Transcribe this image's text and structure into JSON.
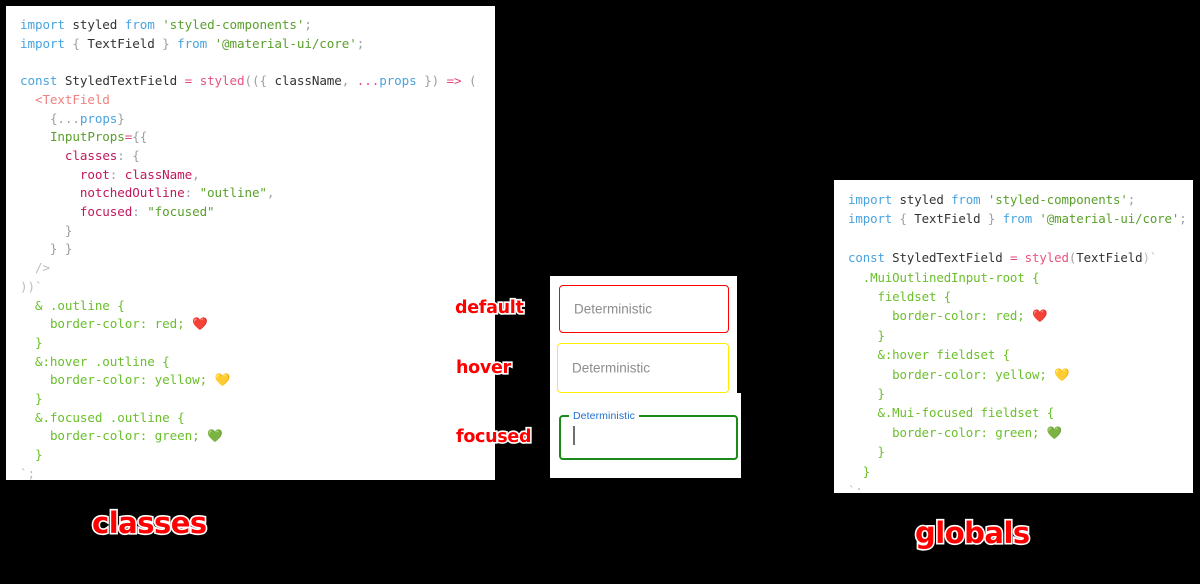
{
  "panels": {
    "classes": {
      "title": "classes",
      "code_lines": [
        [
          {
            "t": "import ",
            "c": "t-kw"
          },
          {
            "t": "styled",
            "c": "t-dark"
          },
          {
            "t": " from ",
            "c": "t-kw"
          },
          {
            "t": "'styled-components'",
            "c": "t-str"
          },
          {
            "t": ";",
            "c": "t-punct"
          }
        ],
        [
          {
            "t": "import ",
            "c": "t-kw"
          },
          {
            "t": "{",
            "c": "t-punct"
          },
          {
            "t": " TextField ",
            "c": "t-dark"
          },
          {
            "t": "}",
            "c": "t-punct"
          },
          {
            "t": " from ",
            "c": "t-kw"
          },
          {
            "t": "'@material-ui/core'",
            "c": "t-str"
          },
          {
            "t": ";",
            "c": "t-punct"
          }
        ],
        [],
        [
          {
            "t": "const ",
            "c": "t-kw"
          },
          {
            "t": "StyledTextField",
            "c": "t-dark"
          },
          {
            "t": " = ",
            "c": "t-op"
          },
          {
            "t": "styled",
            "c": "t-fn"
          },
          {
            "t": "((",
            "c": "t-punct"
          },
          {
            "t": "{ ",
            "c": "t-punct"
          },
          {
            "t": "className",
            "c": "t-dark"
          },
          {
            "t": ", ",
            "c": "t-punct"
          },
          {
            "t": "...",
            "c": "t-op"
          },
          {
            "t": "props",
            "c": "t-spread"
          },
          {
            "t": " }) ",
            "c": "t-punct"
          },
          {
            "t": "=> ",
            "c": "t-op"
          },
          {
            "t": "(",
            "c": "t-punct"
          }
        ],
        [
          {
            "t": "  ",
            "c": "t-plain"
          },
          {
            "t": "<TextField",
            "c": "t-tag"
          }
        ],
        [
          {
            "t": "    ",
            "c": "t-plain"
          },
          {
            "t": "{...",
            "c": "t-punct"
          },
          {
            "t": "props",
            "c": "t-spread"
          },
          {
            "t": "}",
            "c": "t-punct"
          }
        ],
        [
          {
            "t": "    ",
            "c": "t-plain"
          },
          {
            "t": "InputProps",
            "c": "t-attr"
          },
          {
            "t": "=",
            "c": "t-op"
          },
          {
            "t": "{{",
            "c": "t-punct"
          }
        ],
        [
          {
            "t": "      ",
            "c": "t-plain"
          },
          {
            "t": "classes",
            "c": "t-prop"
          },
          {
            "t": ": {",
            "c": "t-punct"
          }
        ],
        [
          {
            "t": "        ",
            "c": "t-plain"
          },
          {
            "t": "root",
            "c": "t-prop"
          },
          {
            "t": ": ",
            "c": "t-punct"
          },
          {
            "t": "className",
            "c": "t-var"
          },
          {
            "t": ",",
            "c": "t-punct"
          }
        ],
        [
          {
            "t": "        ",
            "c": "t-plain"
          },
          {
            "t": "notchedOutline",
            "c": "t-prop"
          },
          {
            "t": ": ",
            "c": "t-punct"
          },
          {
            "t": "\"outline\"",
            "c": "t-str"
          },
          {
            "t": ",",
            "c": "t-punct"
          }
        ],
        [
          {
            "t": "        ",
            "c": "t-plain"
          },
          {
            "t": "focused",
            "c": "t-prop"
          },
          {
            "t": ": ",
            "c": "t-punct"
          },
          {
            "t": "\"focused\"",
            "c": "t-str"
          }
        ],
        [
          {
            "t": "      }",
            "c": "t-punct"
          }
        ],
        [
          {
            "t": "    } }",
            "c": "t-punct"
          }
        ],
        [
          {
            "t": "  />",
            "c": "t-grey"
          }
        ],
        [
          {
            "t": "))`",
            "c": "t-grey"
          }
        ],
        [
          {
            "t": "  ",
            "c": "t-plain"
          },
          {
            "t": "& .outline {",
            "c": "t-css"
          }
        ],
        [
          {
            "t": "    ",
            "c": "t-plain"
          },
          {
            "t": "border-color: red; ",
            "c": "t-css"
          },
          {
            "t": "❤️",
            "c": "t-plain"
          }
        ],
        [
          {
            "t": "  ",
            "c": "t-plain"
          },
          {
            "t": "}",
            "c": "t-css"
          }
        ],
        [
          {
            "t": "  ",
            "c": "t-plain"
          },
          {
            "t": "&:hover .outline {",
            "c": "t-css"
          }
        ],
        [
          {
            "t": "    ",
            "c": "t-plain"
          },
          {
            "t": "border-color: yellow; ",
            "c": "t-css"
          },
          {
            "t": "💛",
            "c": "t-plain"
          }
        ],
        [
          {
            "t": "  ",
            "c": "t-plain"
          },
          {
            "t": "}",
            "c": "t-css"
          }
        ],
        [
          {
            "t": "  ",
            "c": "t-plain"
          },
          {
            "t": "&.focused .outline {",
            "c": "t-css"
          }
        ],
        [
          {
            "t": "    ",
            "c": "t-plain"
          },
          {
            "t": "border-color: green; ",
            "c": "t-css"
          },
          {
            "t": "💚",
            "c": "t-plain"
          }
        ],
        [
          {
            "t": "  ",
            "c": "t-plain"
          },
          {
            "t": "}",
            "c": "t-css"
          }
        ],
        [
          {
            "t": "`;",
            "c": "t-grey"
          }
        ]
      ]
    },
    "globals": {
      "title": "globals",
      "code_lines": [
        [
          {
            "t": "import ",
            "c": "t-kw"
          },
          {
            "t": "styled",
            "c": "t-dark"
          },
          {
            "t": " from ",
            "c": "t-kw"
          },
          {
            "t": "'styled-components'",
            "c": "t-str"
          },
          {
            "t": ";",
            "c": "t-punct"
          }
        ],
        [
          {
            "t": "import ",
            "c": "t-kw"
          },
          {
            "t": "{",
            "c": "t-punct"
          },
          {
            "t": " TextField ",
            "c": "t-dark"
          },
          {
            "t": "}",
            "c": "t-punct"
          },
          {
            "t": " from ",
            "c": "t-kw"
          },
          {
            "t": "'@material-ui/core'",
            "c": "t-str"
          },
          {
            "t": ";",
            "c": "t-punct"
          }
        ],
        [],
        [
          {
            "t": "const ",
            "c": "t-kw"
          },
          {
            "t": "StyledTextField",
            "c": "t-dark"
          },
          {
            "t": " = ",
            "c": "t-op"
          },
          {
            "t": "styled",
            "c": "t-fn"
          },
          {
            "t": "(",
            "c": "t-punct"
          },
          {
            "t": "TextField",
            "c": "t-dark"
          },
          {
            "t": ")`",
            "c": "t-grey"
          }
        ],
        [
          {
            "t": "  ",
            "c": "t-plain"
          },
          {
            "t": ".MuiOutlinedInput-root {",
            "c": "t-css"
          }
        ],
        [
          {
            "t": "    ",
            "c": "t-plain"
          },
          {
            "t": "fieldset {",
            "c": "t-css"
          }
        ],
        [
          {
            "t": "      ",
            "c": "t-plain"
          },
          {
            "t": "border-color: red; ",
            "c": "t-css"
          },
          {
            "t": "❤️",
            "c": "t-plain"
          }
        ],
        [
          {
            "t": "    ",
            "c": "t-plain"
          },
          {
            "t": "}",
            "c": "t-css"
          }
        ],
        [
          {
            "t": "    ",
            "c": "t-plain"
          },
          {
            "t": "&:hover fieldset {",
            "c": "t-css"
          }
        ],
        [
          {
            "t": "      ",
            "c": "t-plain"
          },
          {
            "t": "border-color: yellow; ",
            "c": "t-css"
          },
          {
            "t": "💛",
            "c": "t-plain"
          }
        ],
        [
          {
            "t": "    ",
            "c": "t-plain"
          },
          {
            "t": "}",
            "c": "t-css"
          }
        ],
        [
          {
            "t": "    ",
            "c": "t-plain"
          },
          {
            "t": "&.Mui-focused fieldset {",
            "c": "t-css"
          }
        ],
        [
          {
            "t": "      ",
            "c": "t-plain"
          },
          {
            "t": "border-color: green; ",
            "c": "t-css"
          },
          {
            "t": "💚",
            "c": "t-plain"
          }
        ],
        [
          {
            "t": "    ",
            "c": "t-plain"
          },
          {
            "t": "}",
            "c": "t-css"
          }
        ],
        [
          {
            "t": "  ",
            "c": "t-plain"
          },
          {
            "t": "}",
            "c": "t-css"
          }
        ],
        [
          {
            "t": "`;",
            "c": "t-grey"
          }
        ]
      ]
    }
  },
  "demo": {
    "state_labels": {
      "default": "default",
      "hover": "hover",
      "focused": "focused"
    },
    "fields": {
      "default": {
        "placeholder": "Deterministic",
        "border_color": "#ff0000"
      },
      "hover": {
        "placeholder": "Deterministic",
        "border_color": "#ffee00"
      },
      "focused": {
        "label": "Deterministic",
        "value": "",
        "border_color": "#1a8a1a",
        "label_color": "#1d6fd0"
      }
    }
  },
  "colors": {
    "background": "#000000",
    "panel": "#ffffff",
    "annotation": "#ff0000",
    "annotation_stroke": "#ffffff"
  }
}
